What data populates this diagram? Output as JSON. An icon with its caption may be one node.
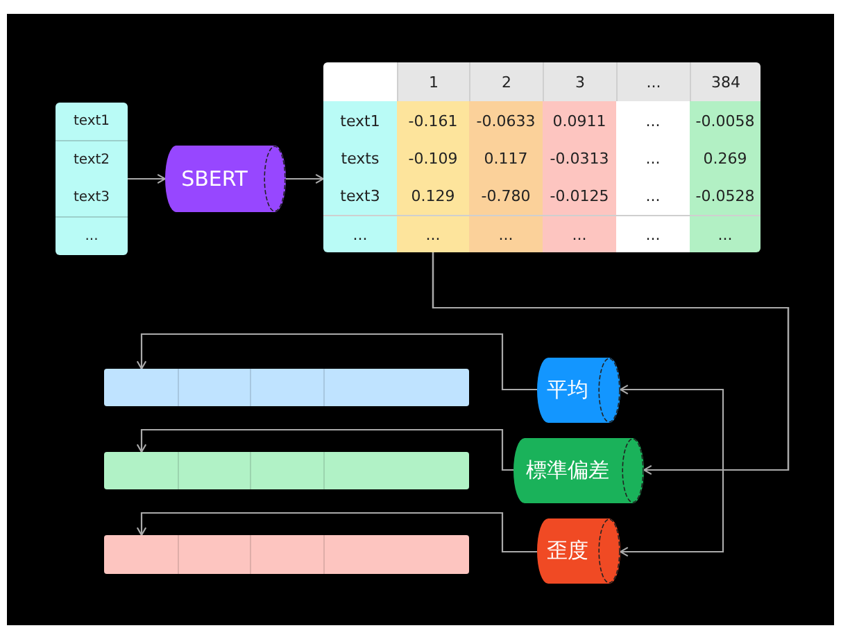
{
  "diagram": {
    "nodes": [
      {
        "text": [
          "text1",
          "text2",
          "text3",
          "..."
        ]
      },
      {
        "text": [
          "SBERT"
        ]
      },
      {
        "text": [
          "1",
          "2",
          "3",
          "...",
          "384",
          "text1",
          "-0.161",
          "-0.0633",
          "0.0911",
          "...",
          "-0.0058",
          "texts",
          "-0.109",
          "0.117",
          "-0.0313",
          "...",
          "0.269",
          "text3",
          "0.129",
          "-0.780",
          "-0.0125",
          "...",
          "-0.0528",
          "...",
          "...",
          "...",
          "...",
          "...",
          "..."
        ]
      },
      {
        "text": [
          "平均"
        ]
      },
      {
        "text": [
          "標準偏差"
        ]
      },
      {
        "text": [
          "歪度"
        ]
      },
      {
        "text": [],
        "shape": "bar"
      },
      {
        "text": [],
        "shape": "bar"
      },
      {
        "text": [],
        "shape": "bar"
      }
    ],
    "edges": [
      {
        "from": 0,
        "to": 1,
        "arrow": "to"
      },
      {
        "from": 1,
        "to": 2,
        "arrow": "to"
      },
      {
        "from": 2,
        "to": 4,
        "arrow": "to"
      },
      {
        "from": 2,
        "to": 3,
        "arrow": "to"
      },
      {
        "from": 2,
        "to": 5,
        "arrow": "to"
      },
      {
        "from": 3,
        "to": 6,
        "arrow": "to"
      },
      {
        "from": 4,
        "to": 7,
        "arrow": "to"
      },
      {
        "from": 5,
        "to": 8,
        "arrow": "to"
      }
    ]
  }
}
